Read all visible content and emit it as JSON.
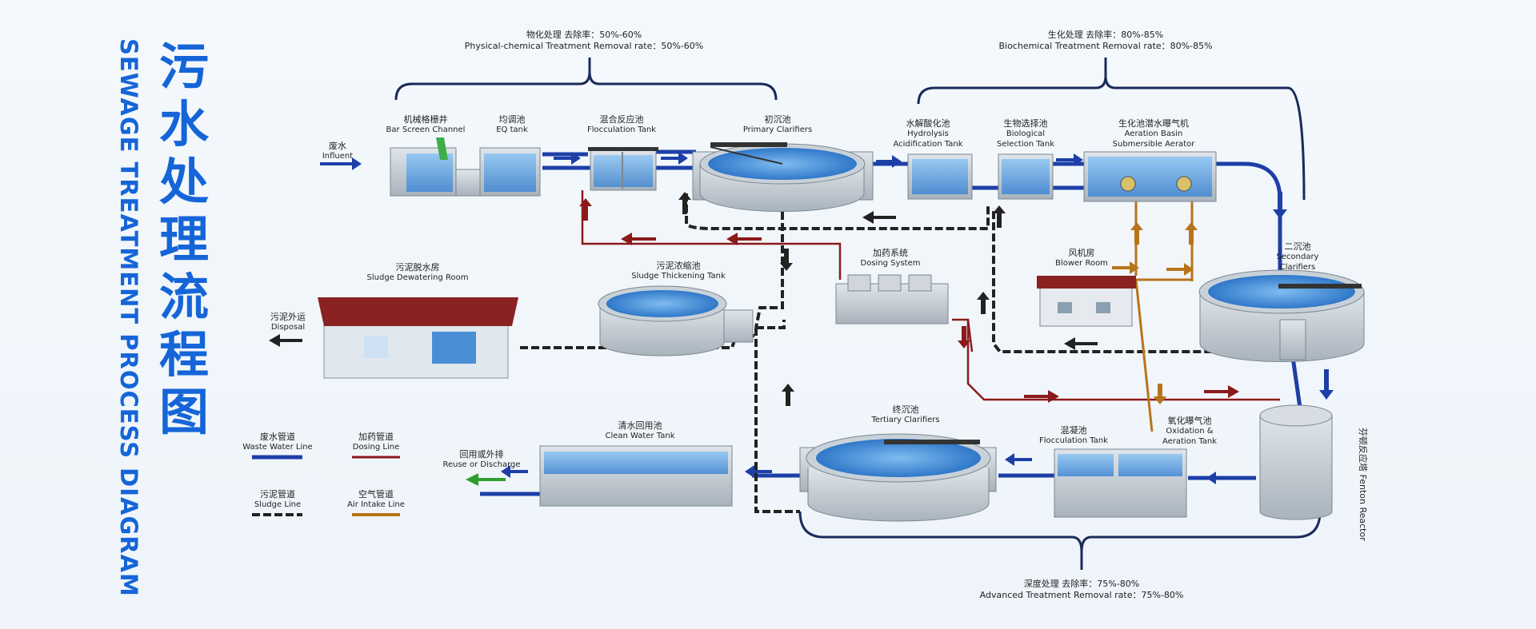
{
  "title": {
    "cn": "污水处理流程图",
    "en": "SEWAGE TREATMENT PROCESS DIAGRAM"
  },
  "stages": {
    "physical": {
      "cn": "物化处理 去除率：50%-60%",
      "en": "Physical-chemical Treatment  Removal rate：50%-60%"
    },
    "biochemical": {
      "cn": "生化处理 去除率：80%-85%",
      "en": "Biochemical Treatment  Removal rate：80%-85%"
    },
    "advanced": {
      "cn": "深度处理 去除率：75%-80%",
      "en": "Advanced Treatment  Removal rate：75%-80%"
    }
  },
  "units": {
    "influent": {
      "cn": "废水",
      "en": "Influent"
    },
    "bar_screen": {
      "cn": "机械格栅井",
      "en": "Bar Screen Channel"
    },
    "eq_tank": {
      "cn": "均调池",
      "en": "EQ tank"
    },
    "flocculation1": {
      "cn": "混合反应池",
      "en": "Flocculation Tank"
    },
    "primary": {
      "cn": "初沉池",
      "en": "Primary Clarifiers"
    },
    "hydrolysis": {
      "cn": "水解酸化池",
      "en1": "Hydrolysis",
      "en2": "Acidification Tank"
    },
    "bioselect": {
      "cn": "生物选择池",
      "en1": "Biological",
      "en2": "Selection Tank"
    },
    "aeration_basin": {
      "cn": "生化池潜水曝气机",
      "en1": "Aeration Basin",
      "en2": "Submersible Aerator"
    },
    "secondary": {
      "cn": "二沉池",
      "en1": "Secondary",
      "en2": "Clarifiers"
    },
    "blower": {
      "cn": "风机房",
      "en": "Blower Room"
    },
    "dosing": {
      "cn": "加药系统",
      "en": "Dosing System"
    },
    "thickening": {
      "cn": "污泥浓缩池",
      "en": "Sludge Thickening Tank"
    },
    "dewatering": {
      "cn": "污泥脱水房",
      "en": "Sludge Dewatering Room"
    },
    "disposal": {
      "cn": "污泥外运",
      "en": "Disposal"
    },
    "tertiary": {
      "cn": "终沉池",
      "en": "Tertiary Clarifiers"
    },
    "flocculation2": {
      "cn": "混凝池",
      "en": "Flocculation Tank"
    },
    "oxidation": {
      "cn": "氧化曝气池",
      "en1": "Oxidation &",
      "en2": "Aeration Tank"
    },
    "fenton": {
      "cn": "芬顿反应塔",
      "en": "Fenton Reactor"
    },
    "clean_water": {
      "cn": "清水回用池",
      "en": "Clean Water Tank"
    },
    "reuse": {
      "cn": "回用或外排",
      "en": "Reuse or Discharge"
    }
  },
  "legend": [
    {
      "cn": "废水管道",
      "en": "Waste Water Line",
      "color": "#1d3fa8"
    },
    {
      "cn": "加药管道",
      "en": "Dosing Line",
      "color": "#8b1a1a"
    },
    {
      "cn": "污泥管道",
      "en": "Sludge Line",
      "color": "#222222"
    },
    {
      "cn": "空气管道",
      "en": "Air Intake Line",
      "color": "#b8741a"
    }
  ],
  "colors": {
    "title": "#1565d8",
    "water": "#1d3fa8",
    "dosing": "#8b1a1a",
    "sludge": "#222222",
    "air": "#b8741a",
    "reuse_arrow": "#2e9e2e",
    "tank_wall": "#c9d1d8",
    "tank_water": "#5fa8e6",
    "roof": "#8a2222"
  }
}
